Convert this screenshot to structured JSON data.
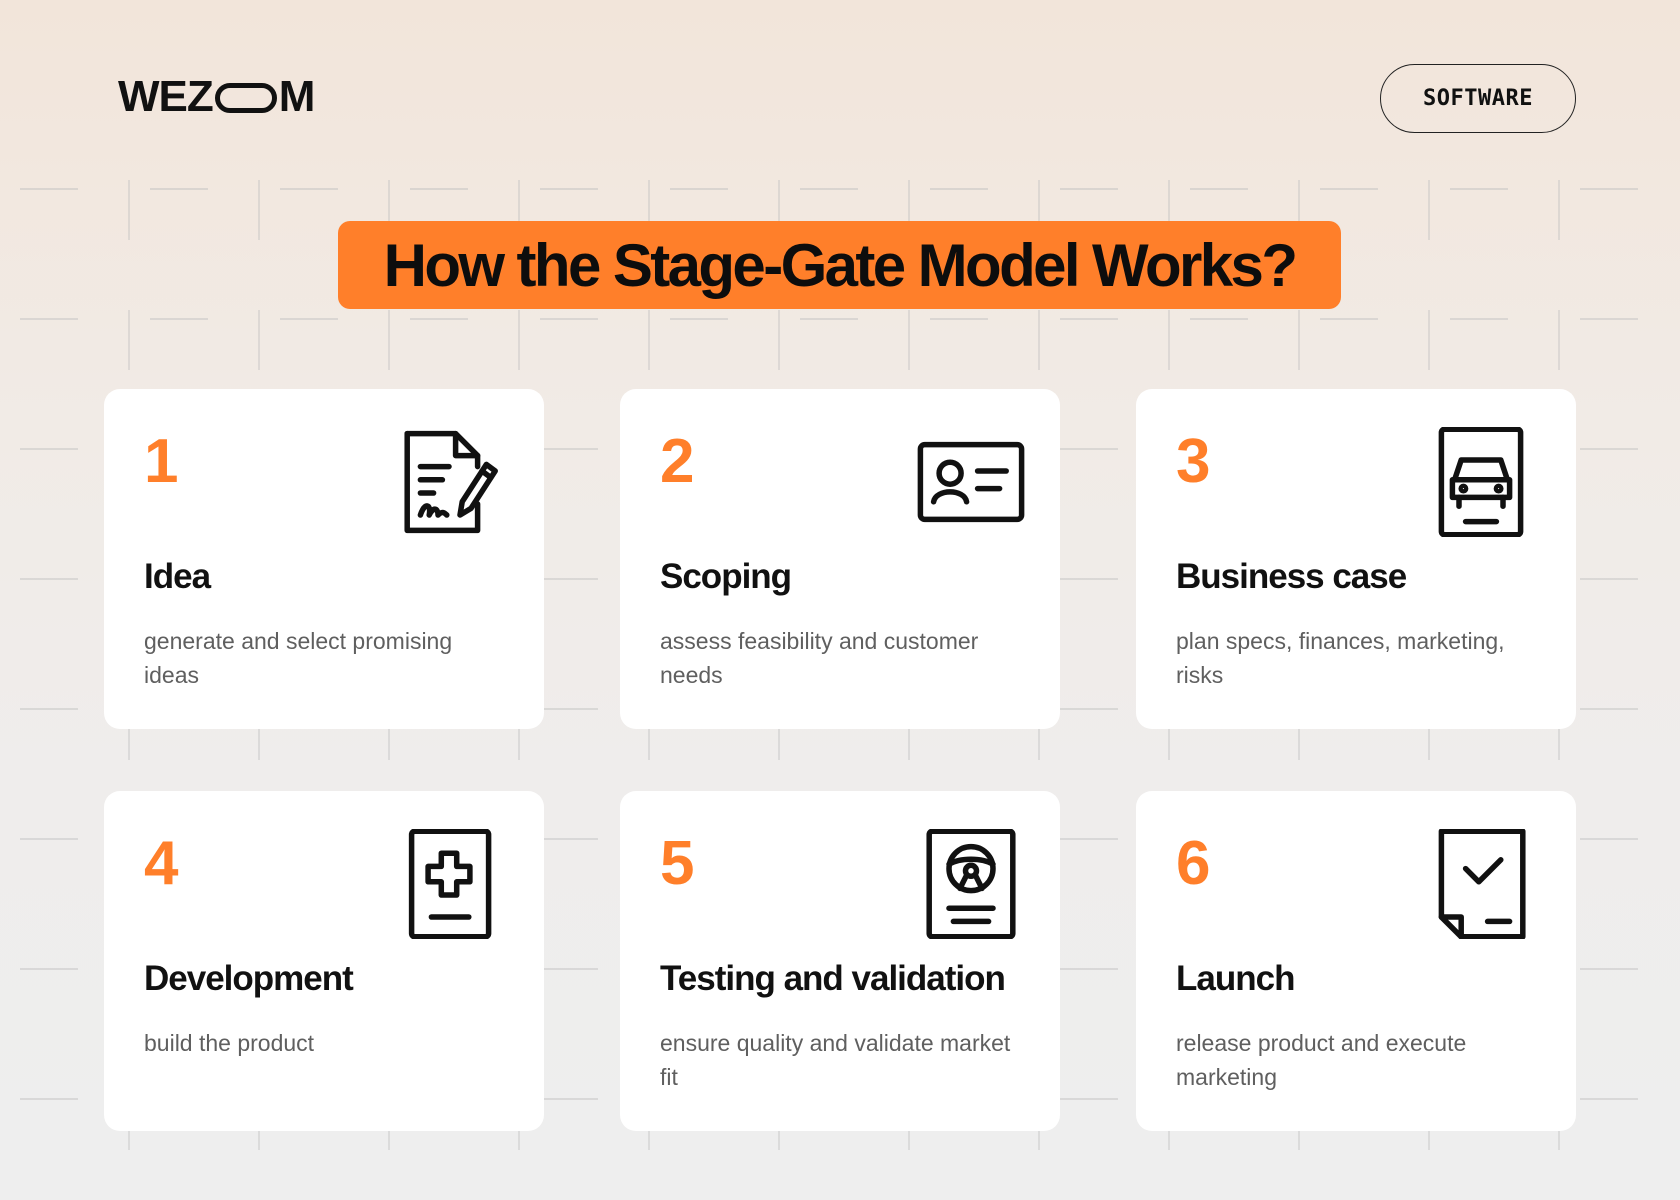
{
  "brand": {
    "logo_left": "WEZ",
    "logo_right": "M"
  },
  "header": {
    "category": "SOFTWARE"
  },
  "title": "How the Stage-Gate Model Works?",
  "colors": {
    "accent": "#ff7f2a",
    "card_bg": "#ffffff",
    "text": "#111111",
    "muted_text": "#5f5f5f"
  },
  "stages": [
    {
      "number": "1",
      "name": "Idea",
      "description": "generate and select promising ideas",
      "icon": "signed-document-pen-icon"
    },
    {
      "number": "2",
      "name": "Scoping",
      "description": "assess feasibility and customer needs",
      "icon": "id-card-icon"
    },
    {
      "number": "3",
      "name": "Business case",
      "description": "plan specs, finances, marketing, risks",
      "icon": "car-document-icon"
    },
    {
      "number": "4",
      "name": "Development",
      "description": "build the product",
      "icon": "medical-document-icon"
    },
    {
      "number": "5",
      "name": "Testing and validation",
      "description": "ensure quality and validate market fit",
      "icon": "driving-license-icon"
    },
    {
      "number": "6",
      "name": "Launch",
      "description": "release product and execute marketing",
      "icon": "approved-document-icon"
    }
  ]
}
